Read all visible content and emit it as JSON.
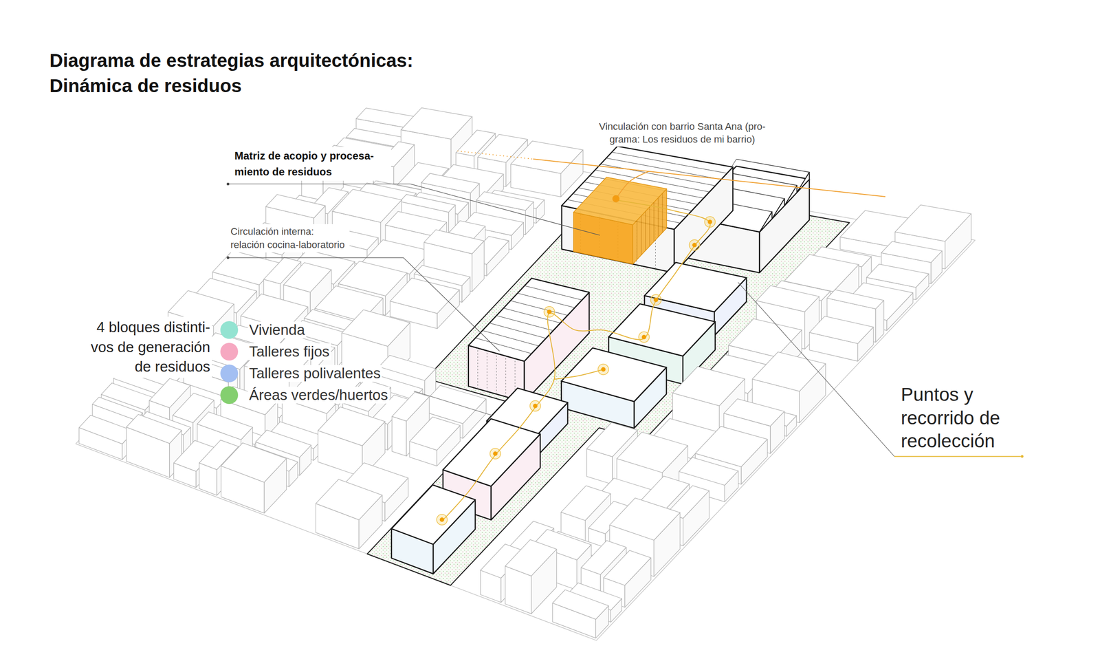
{
  "diagram": {
    "title": "Diagrama de estrategias arquitectónicas: Dinámica de residuos",
    "labels": [
      "Vinculación con barrio Santa Ana (pro- grama: Los residuos de mi barrio)",
      "Matriz de acopio y procesa- miento de residuos",
      "Circulación interna: relación cocina-laboratorio",
      "4 bloques distinti- vos de generación de residuos",
      "Puntos y recorrido de recolección"
    ],
    "legend": [
      {
        "text": "Vivienda",
        "color": "#93e3d1"
      },
      {
        "text": "Talleres fijos",
        "color": "#f6a8c1"
      },
      {
        "text": "Talleres polivalentes",
        "color": "#a3bff2"
      },
      {
        "text": "Áreas verdes/huertos",
        "color": "#84cf6f"
      }
    ]
  }
}
